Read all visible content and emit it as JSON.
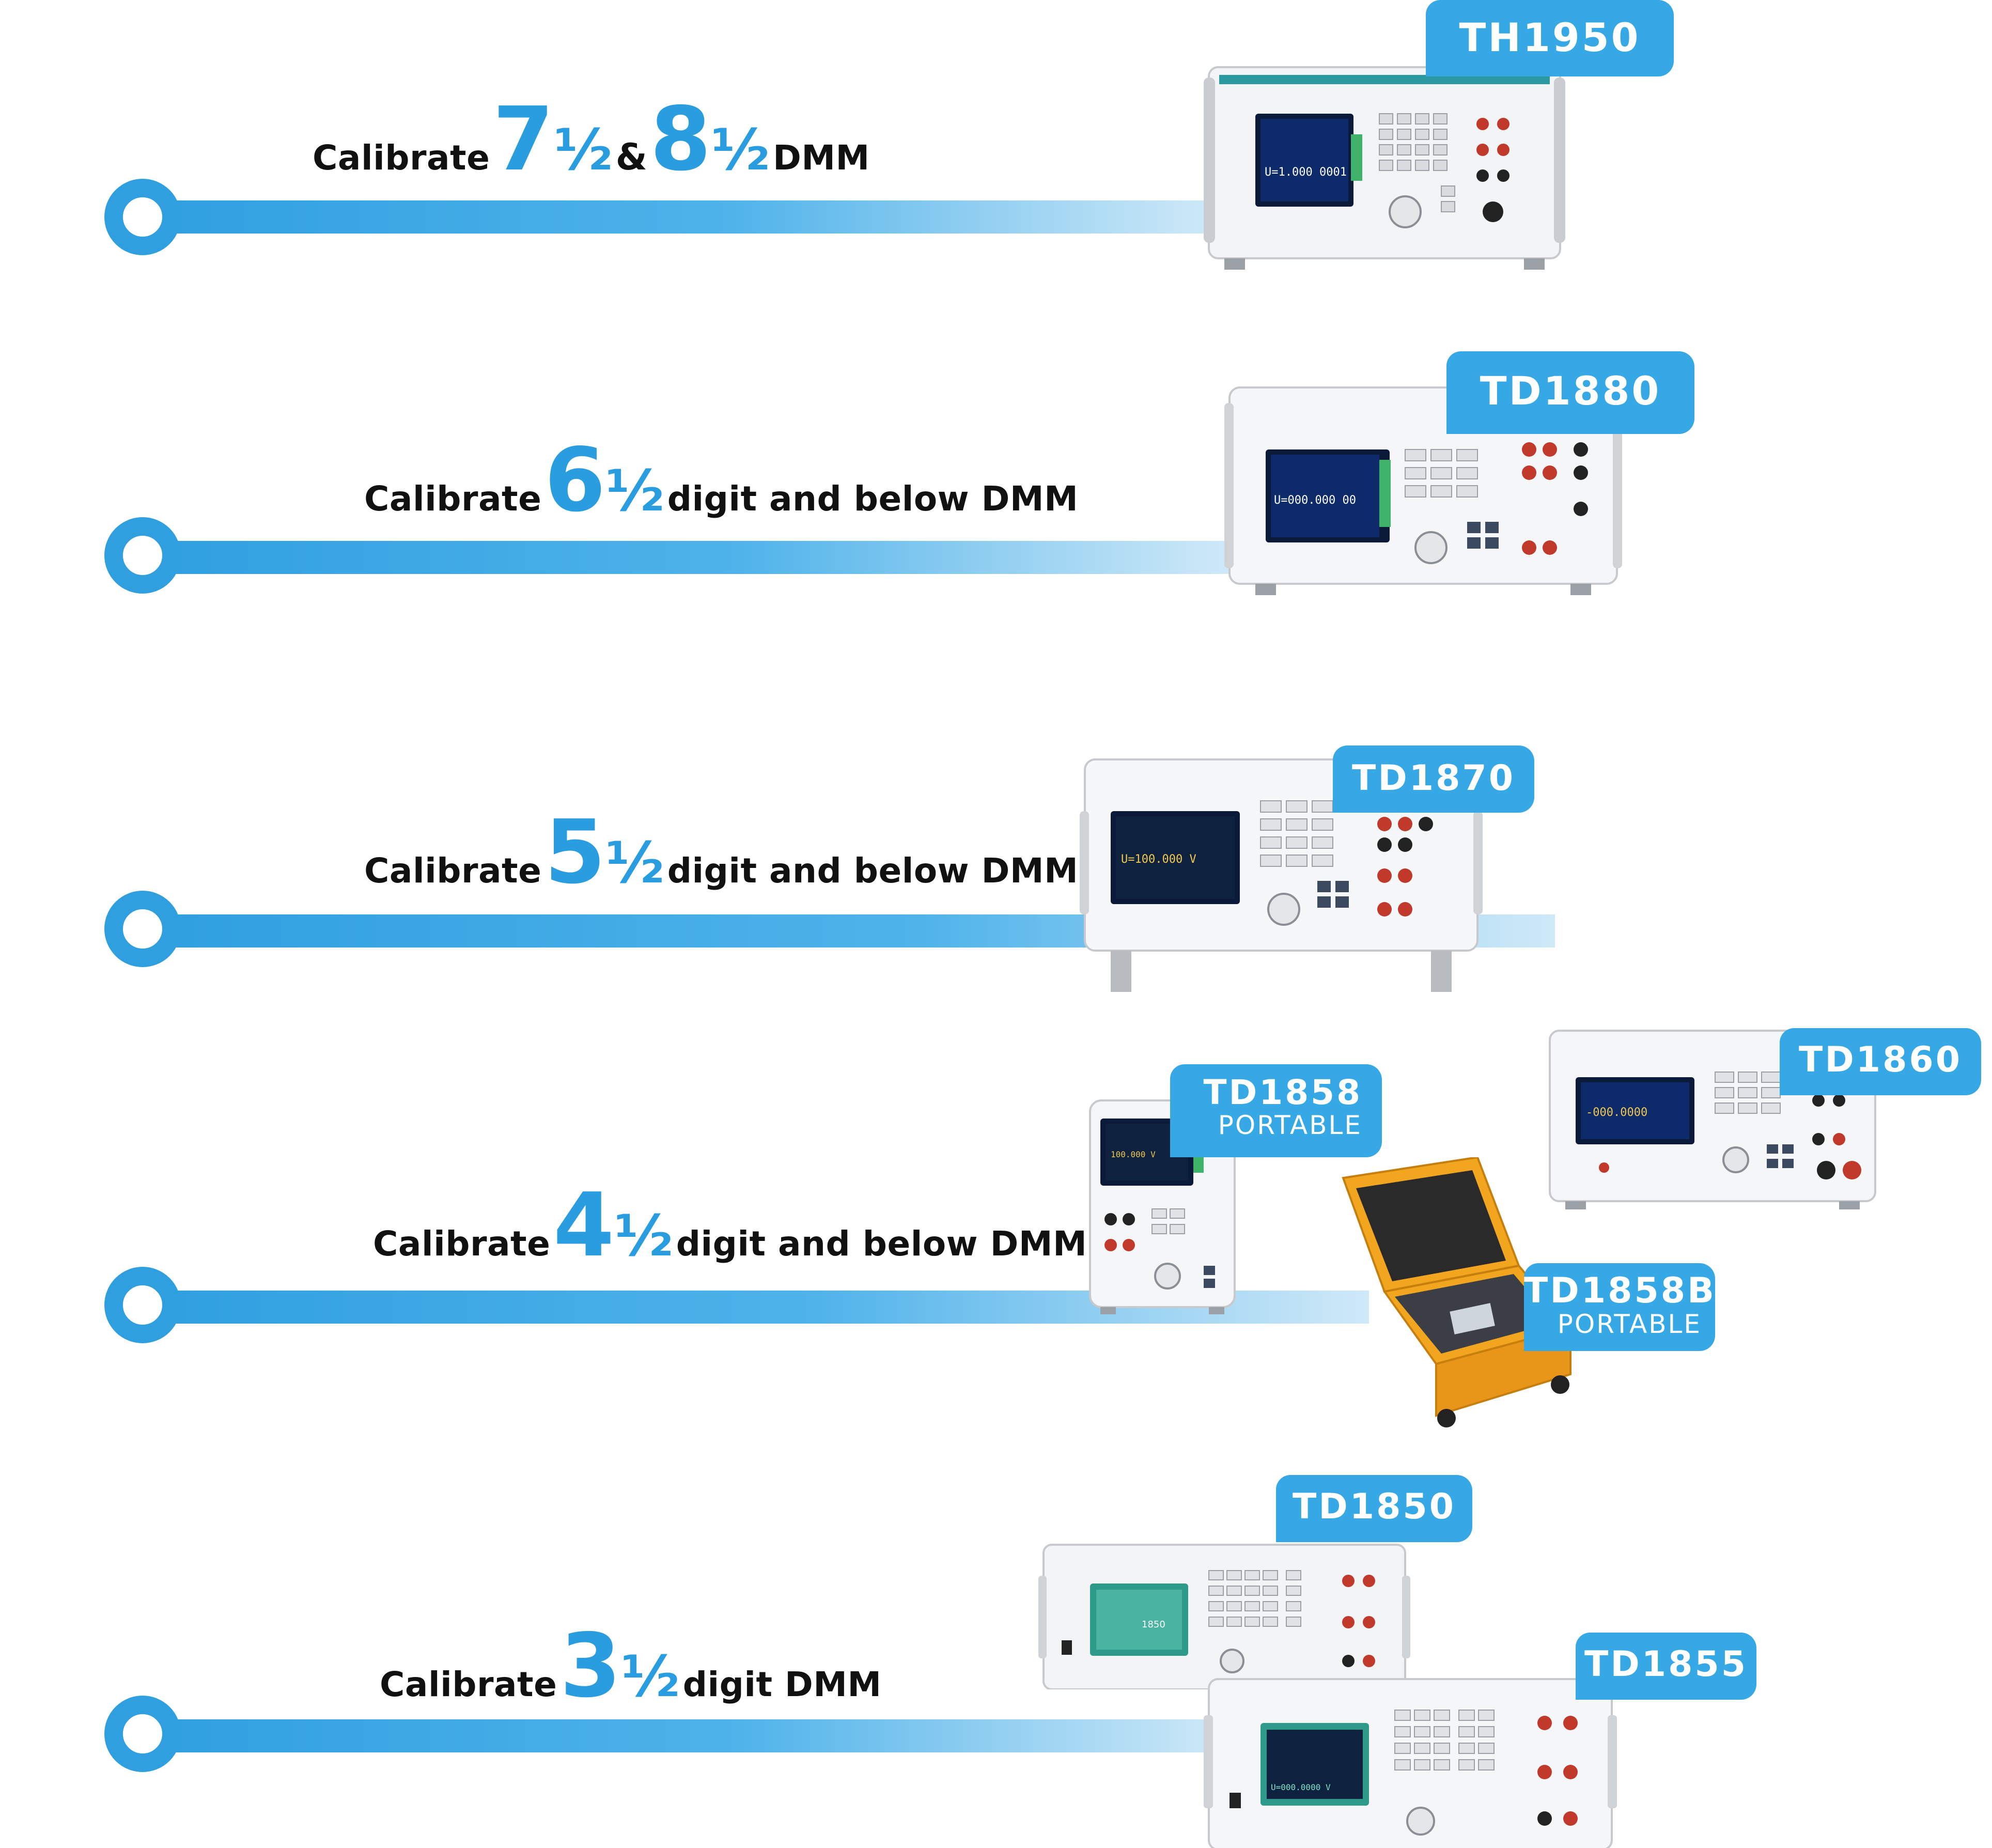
{
  "rows": [
    {
      "calibrate": "Calibrate",
      "d1": "7",
      "f1": "½",
      "amp": "&",
      "d2": "8",
      "f2": "½",
      "suffix": "DMM",
      "model": "TH1950"
    },
    {
      "calibrate": "Calibrate",
      "d1": "6",
      "f1": "½",
      "suffix": "digit and below DMM",
      "model": "TD1880"
    },
    {
      "calibrate": "Calibrate",
      "d1": "5",
      "f1": "½",
      "suffix": "digit and below DMM",
      "model": "TD1870"
    },
    {
      "calibrate": "Calibrate",
      "d1": "4",
      "f1": "½",
      "suffix": "digit and below DMM",
      "models": [
        {
          "model": "TD1858",
          "sub": "PORTABLE"
        },
        {
          "model": "TD1860"
        },
        {
          "model": "TD1858B",
          "sub": "PORTABLE"
        }
      ]
    },
    {
      "calibrate": "Calibrate",
      "d1": "3",
      "f1": "½",
      "suffix": "digit DMM",
      "models": [
        {
          "model": "TD1850"
        },
        {
          "model": "TD1855"
        }
      ]
    }
  ],
  "screens": {
    "th1950": "U=1.000 0001",
    "td1880": "U=000.000 00",
    "td1870": "U=100.000 V",
    "td1858": "100.000 V",
    "td1860": "-000.0000",
    "td1850": "1850",
    "td1855": "U=000.0000 V"
  },
  "colors": {
    "accent": "#2f9fe0",
    "tag": "#35a8e5",
    "case_orange": "#f2a51e"
  }
}
